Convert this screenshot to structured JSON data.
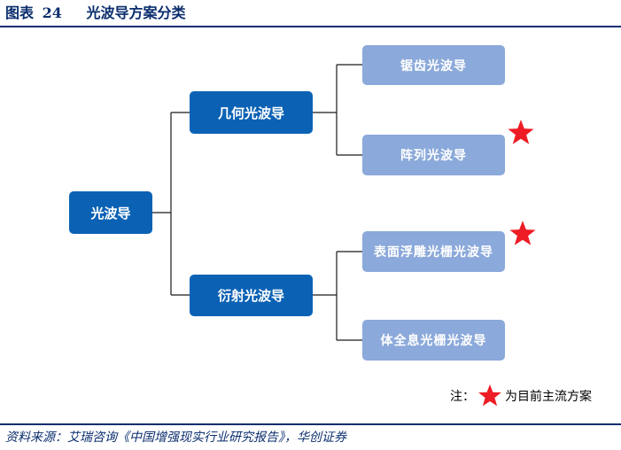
{
  "figure": {
    "label": "图表",
    "number": "24",
    "title": "光波导方案分类"
  },
  "tree": {
    "root": "光波导",
    "geometric": {
      "label": "几何光波导",
      "children": [
        "锯齿光波导",
        "阵列光波导"
      ]
    },
    "diffractive": {
      "label": "衍射光波导",
      "children": [
        "表面浮雕光栅光波导",
        "体全息光栅光波导"
      ]
    }
  },
  "legend": {
    "prefix": "注：",
    "text": "为目前主流方案",
    "icon": "star-icon",
    "color": "#ee1c25"
  },
  "source": "资料来源：艾瑞咨询《中国增强现实行业研究报告》，华创证券",
  "colors": {
    "title": "#0b2e6e",
    "dark_node": "#0b62b5",
    "light_node": "#8ba9da",
    "connector": "#1a1a1a"
  }
}
